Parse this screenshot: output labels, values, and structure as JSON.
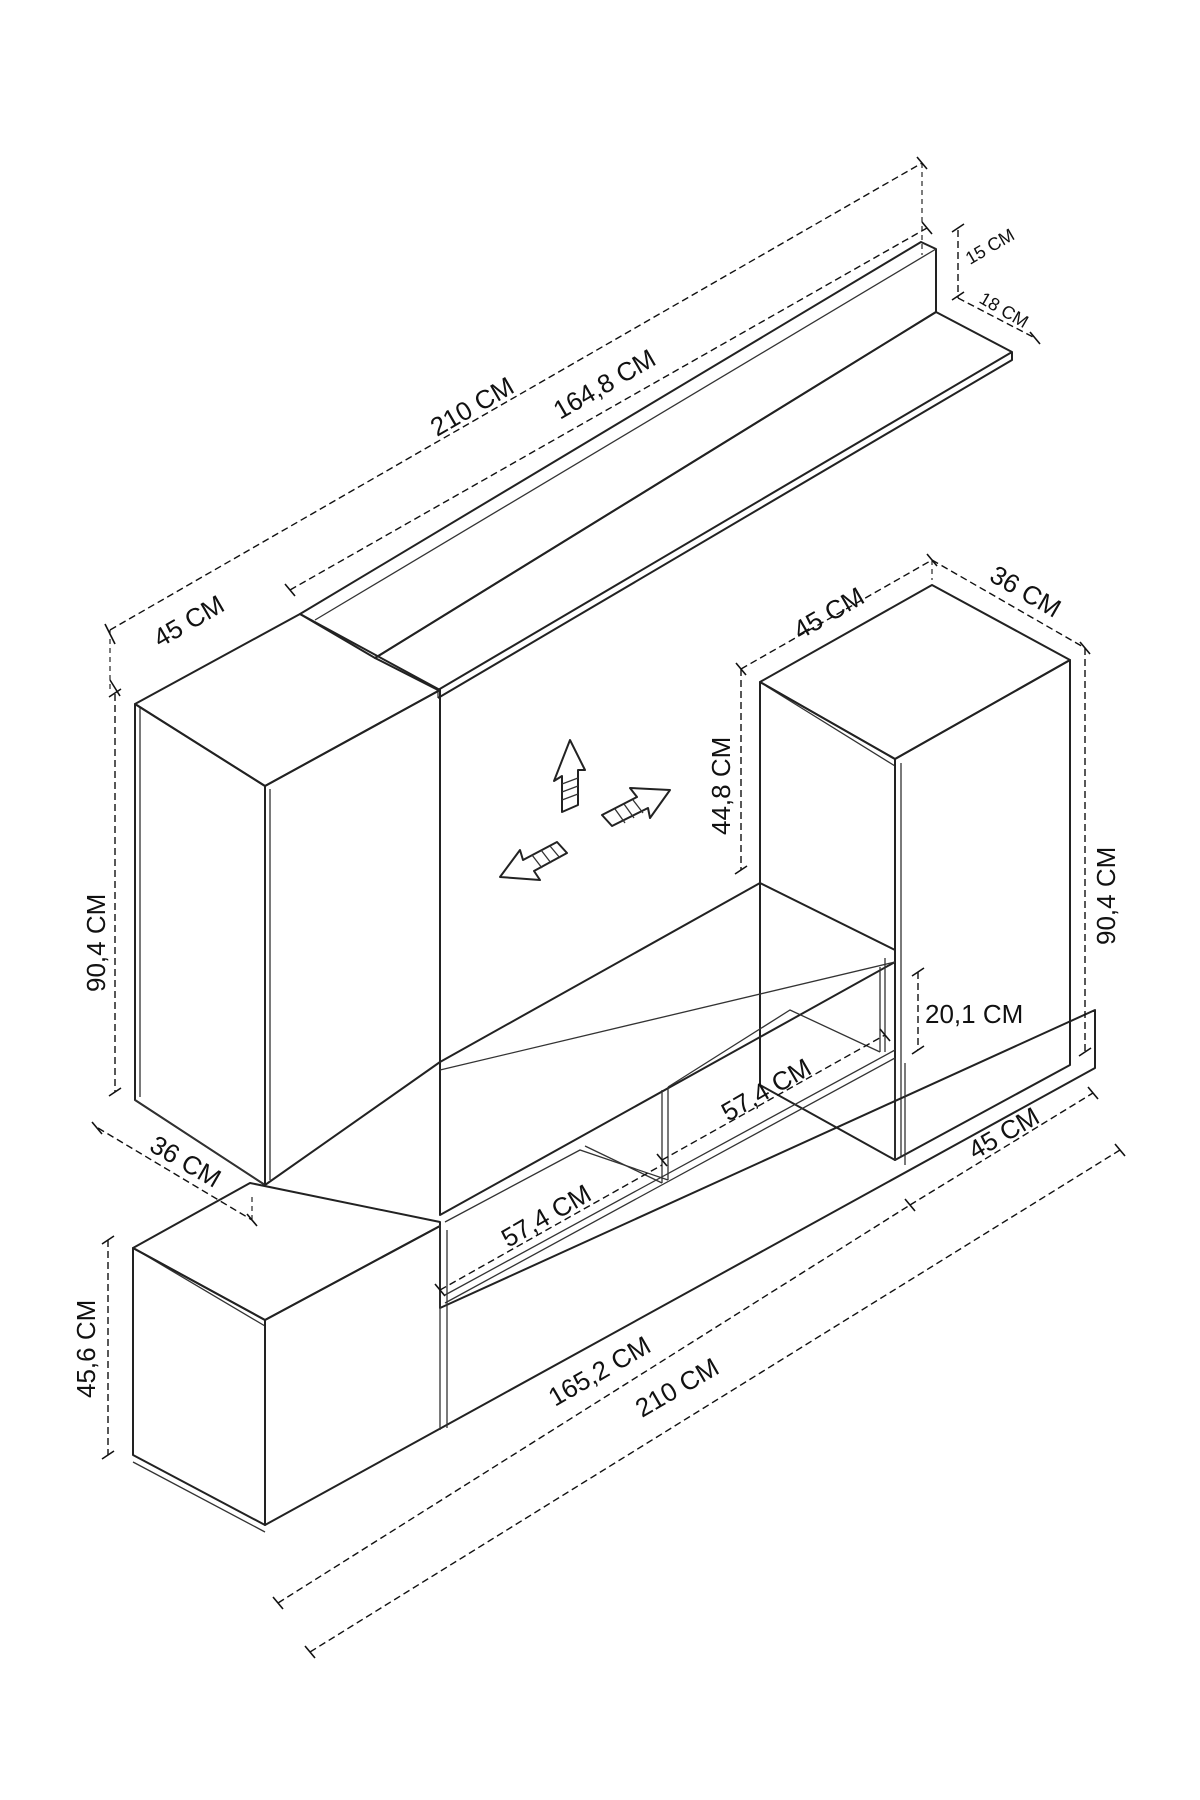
{
  "dimensions": {
    "shelf_total_width": "210 CM",
    "shelf_length": "164,8 CM",
    "shelf_height": "15 CM",
    "shelf_depth": "18 CM",
    "left_tall_width": "45 CM",
    "left_tall_height": "90,4 CM",
    "left_tall_depth": "36 CM",
    "right_tall_width": "45 CM",
    "right_tall_depth": "36 CM",
    "right_tall_height": "90,4 CM",
    "right_tall_offset": "44,8 CM",
    "tv_unit_compartment_height": "20,1 CM",
    "tv_unit_compartment_right": "57,4 CM",
    "tv_unit_compartment_left": "57,4 CM",
    "right_base_width": "45 CM",
    "base_height": "45,6 CM",
    "tv_unit_length": "165,2 CM",
    "base_total_width": "210 CM"
  },
  "icons": [
    "arrow-up-icon",
    "arrow-right-icon",
    "arrow-left-icon"
  ]
}
